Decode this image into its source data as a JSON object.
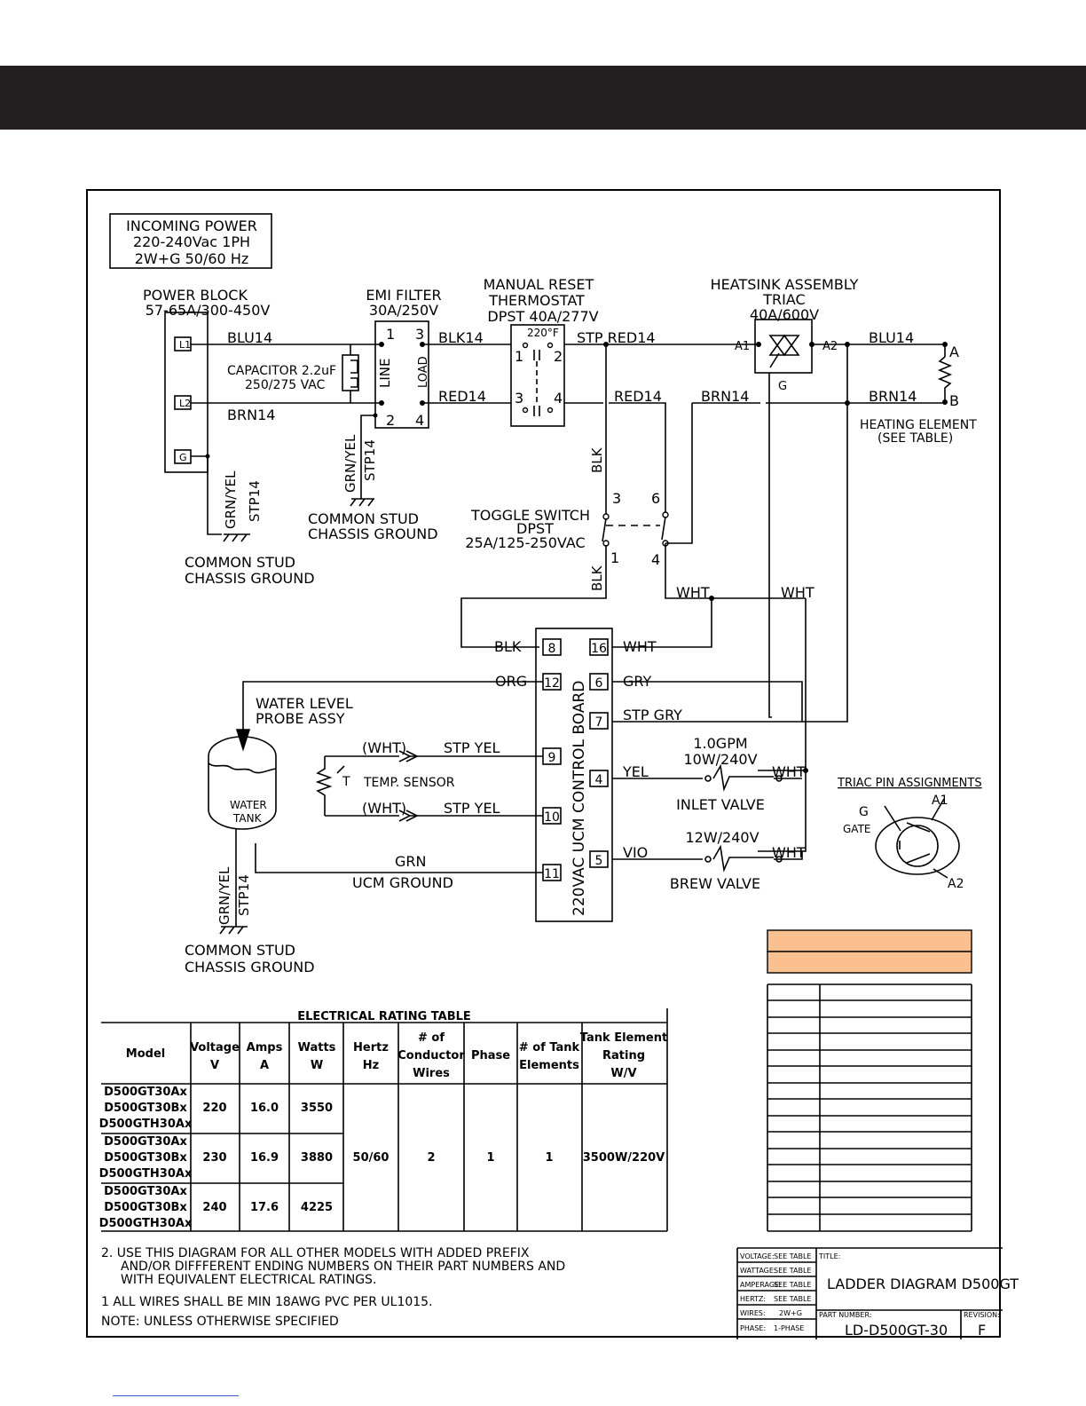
{
  "title_block": {
    "voltage_label": "VOLTAGE:",
    "voltage_value": "SEE TABLE",
    "wattage_label": "WATTAGE:",
    "wattage_value": "SEE TABLE",
    "amperage_label": "AMPERAGE:",
    "amperage_value": "SEE TABLE",
    "hertz_label": "HERTZ:",
    "hertz_value": "SEE TABLE",
    "wires_label": "WIRES:",
    "wires_value": "2W+G",
    "phase_label": "PHASE:",
    "phase_value": "1-PHASE",
    "title_label": "TITLE:",
    "title": "LADDER DIAGRAM D500GT",
    "part_label": "PART NUMBER:",
    "part_number": "LD-D500GT-30",
    "revision_label": "REVISION:",
    "revision": "F"
  },
  "notes": {
    "n2a": "2.  USE THIS DIAGRAM FOR ALL OTHER MODELS WITH ADDED PREFIX",
    "n2b": "AND/OR DIFFFERENT ENDING NUMBERS ON THEIR PART NUMBERS AND",
    "n2c": "WITH EQUIVALENT ELECTRICAL RATINGS.",
    "n1": "1   ALL WIRES SHALL BE MIN 18AWG PVC PER UL1015.",
    "note": "NOTE:   UNLESS OTHERWISE SPECIFIED"
  },
  "rating_table": {
    "title": "ELECTRICAL RATING TABLE",
    "headers": [
      "Model",
      "Voltage V",
      "Amps A",
      "Watts W",
      "Hertz Hz",
      "# of Conductor Wires",
      "Phase",
      "# of Tank Elements",
      "Tank Element Rating W/V"
    ],
    "groups": [
      {
        "models": [
          "D500GT30Ax",
          "D500GT30Bx",
          "D500GTH30Ax"
        ],
        "voltage": "220",
        "amps": "16.0",
        "watts": "3550"
      },
      {
        "models": [
          "D500GT30Ax",
          "D500GT30Bx",
          "D500GTH30Ax"
        ],
        "voltage": "230",
        "amps": "16.9",
        "watts": "3880"
      },
      {
        "models": [
          "D500GT30Ax",
          "D500GT30Bx",
          "D500GTH30Ax"
        ],
        "voltage": "240",
        "amps": "17.6",
        "watts": "4225"
      }
    ],
    "hertz": "50/60",
    "conductors": "2",
    "phase": "1",
    "elements": "1",
    "element_rating": "3500W/220V"
  },
  "labels": {
    "incoming1": "INCOMING  POWER",
    "incoming2": "220-240Vac  1PH",
    "incoming3": "2W+G  50/60  Hz",
    "pb1": "POWER  BLOCK",
    "pb2": "57-65A/300-450V",
    "L1": "L1",
    "L2": "L2",
    "G": "G",
    "emi1": "EMI  FILTER",
    "emi2": "30A/250V",
    "line": "LINE",
    "load": "LOAD",
    "e1": "1",
    "e2": "2",
    "e3": "3",
    "e4": "4",
    "cap1": "CAPACITOR  2.2uF",
    "cap2": "250/275  VAC",
    "therm1": "MANUAL  RESET",
    "therm2": "THERMOSTAT",
    "therm3": "DPST  40A/277V",
    "tdeg": "220°F",
    "t1": "1",
    "t2": "2",
    "t3": "3",
    "t4": "4",
    "hs1": "HEATSINK  ASSEMBLY",
    "hs2": "TRIAC",
    "hs3": "40A/600V",
    "a1": "A1",
    "a2": "A2",
    "g": "G",
    "blu14a": "BLU14",
    "blk14": "BLK14",
    "stpred14": "STP RED14",
    "blu14b": "BLU14",
    "brn14a": "BRN14",
    "red14a": "RED14",
    "red14b": "RED14",
    "brn14b": "BRN14",
    "brn14c": "BRN14",
    "termA": "A",
    "termB": "B",
    "heat1": "HEATING  ELEMENT",
    "heat2": "(SEE  TABLE)",
    "grnyel": "GRN/YEL",
    "stp14": "STP14",
    "chassis1": "COMMON  STUD",
    "chassis2": "CHASSIS  GROUND",
    "sw1": "TOGGLE  SWITCH",
    "sw2": "DPST",
    "sw3": "25A/125-250VAC",
    "s3": "3",
    "s6": "6",
    "s1": "1",
    "s4": "4",
    "blk": "BLK",
    "wht": "WHT",
    "ucm": "220VAC  UCM  CONTROL  BOARD",
    "p8": "8",
    "p16": "16",
    "p12": "12",
    "p6": "6",
    "p7": "7",
    "p9": "9",
    "p4": "4",
    "p10": "10",
    "p5": "5",
    "p11": "11",
    "org": "ORG",
    "gry": "GRY",
    "stpgry": "STP  GRY",
    "whtp": "(WHT)",
    "stpyel": "STP  YEL",
    "yel": "YEL",
    "vio": "VIO",
    "grn": "GRN",
    "probe1": "WATER  LEVEL",
    "probe2": "PROBE  ASSY",
    "tank1": "WATER",
    "tank2": "TANK",
    "tempT": "T",
    "temp": "TEMP.  SENSOR",
    "inlet1": "1.0GPM",
    "inlet2": "10W/240V",
    "inlet3": "INLET  VALVE",
    "brew1": "12W/240V",
    "brew2": "BREW  VALVE",
    "ucmgnd": "UCM  GROUND",
    "triacpins": "TRIAC  PIN  ASSIGNMENTS",
    "gate": "GATE"
  },
  "colors": {
    "header_bar": "#231f20",
    "orange_table": "#fac090"
  }
}
